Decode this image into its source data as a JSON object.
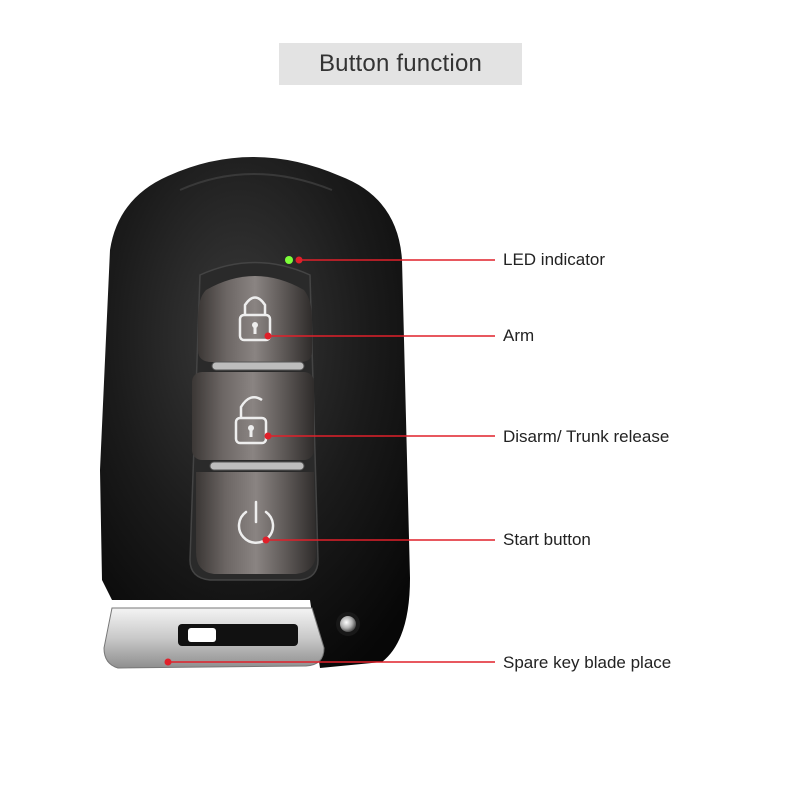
{
  "title": "Button function",
  "labels": {
    "led": "LED indicator",
    "arm": "Arm",
    "disarm": "Disarm/ Trunk release",
    "start": "Start button",
    "spare": "Spare key blade place"
  },
  "colors": {
    "title_bg": "#e3e3e3",
    "callout": "#e0202a",
    "led": "#7dff3a",
    "fob_body": "#151515",
    "buttons": "#5d5857"
  },
  "icons": [
    "lock-closed-icon",
    "lock-open-icon",
    "power-icon"
  ]
}
